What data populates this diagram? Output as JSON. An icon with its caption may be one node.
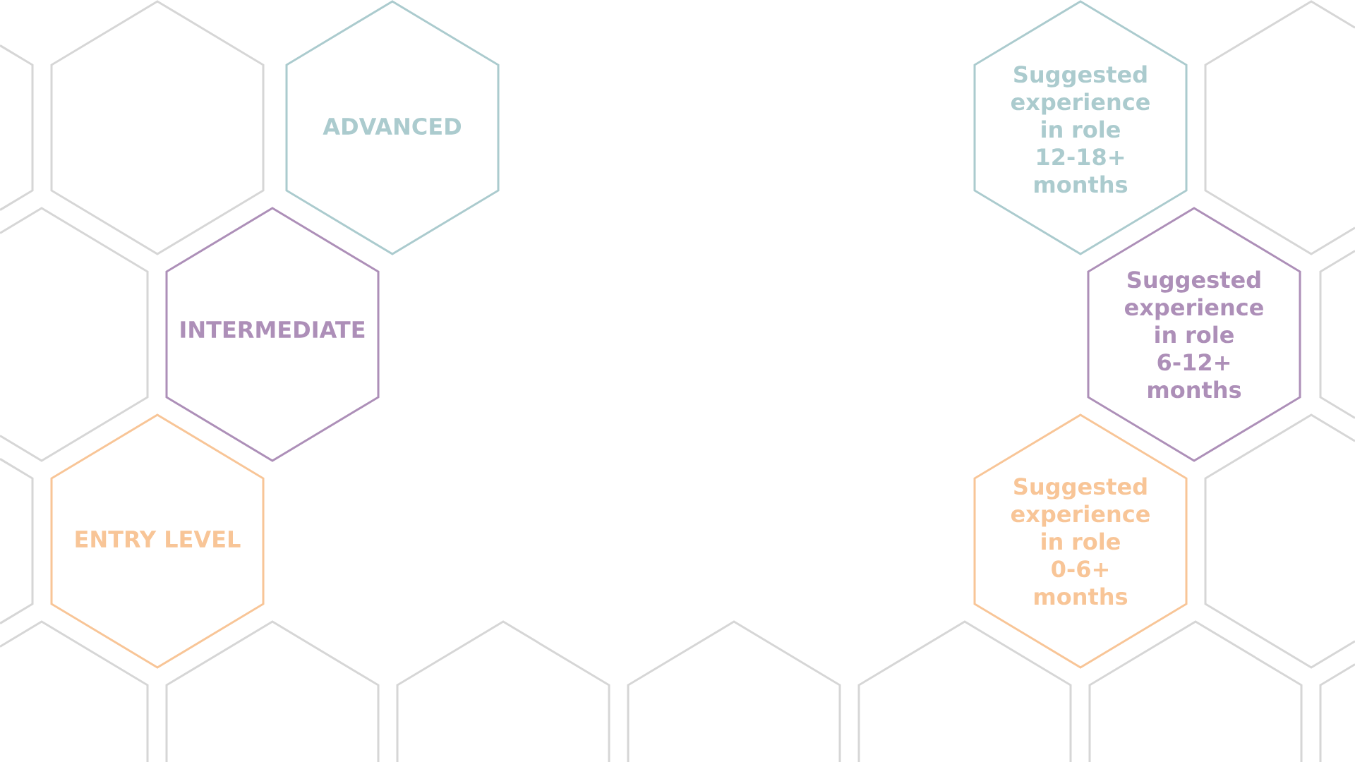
{
  "diagram": {
    "nodes": [
      {
        "text": [],
        "shape": "hexagon"
      },
      {
        "text": [],
        "shape": "hexagon"
      },
      {
        "text": [
          "ADVANCED"
        ]
      },
      {
        "text": [
          "Suggested experience in role 12-18+ months"
        ]
      },
      {
        "text": [],
        "shape": "hexagon"
      },
      {
        "text": [],
        "shape": "hexagon"
      },
      {
        "text": [
          "INTERMEDIATE"
        ]
      },
      {
        "text": [
          "Suggested experience in role 6-12+ months"
        ]
      },
      {
        "text": [],
        "shape": "hexagon"
      },
      {
        "text": [],
        "shape": "hexagon"
      },
      {
        "text": [
          "ENTRY LEVEL"
        ]
      },
      {
        "text": [
          "Suggested experience in role 0-6+ months"
        ]
      },
      {
        "text": [],
        "shape": "hexagon"
      },
      {
        "text": [],
        "shape": "hexagon"
      },
      {
        "text": [],
        "shape": "hexagon"
      },
      {
        "text": [],
        "shape": "hexagon"
      },
      {
        "text": [],
        "shape": "hexagon"
      },
      {
        "text": [],
        "shape": "hexagon"
      },
      {
        "text": [],
        "shape": "hexagon"
      },
      {
        "text": [],
        "shape": "hexagon"
      }
    ]
  }
}
